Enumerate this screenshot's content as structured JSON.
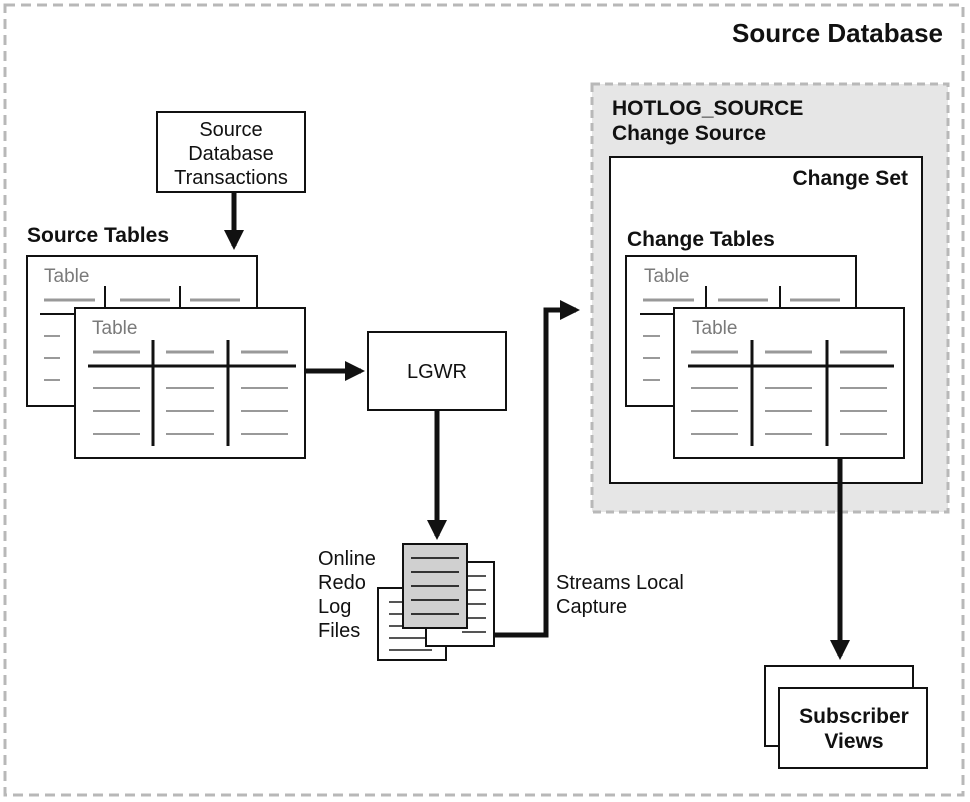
{
  "outer": {
    "title": "Source Database"
  },
  "transactions": {
    "line1": "Source",
    "line2": "Database",
    "line3": "Transactions"
  },
  "source_tables": {
    "heading": "Source Tables",
    "back_table_label": "Table",
    "front_table_label": "Table"
  },
  "lgwr": {
    "label": "LGWR"
  },
  "redo_logs": {
    "line1": "Online",
    "line2": "Redo",
    "line3": "Log",
    "line4": "Files"
  },
  "capture": {
    "line1": "Streams Local",
    "line2": "Capture"
  },
  "change_source": {
    "line1": "HOTLOG_SOURCE",
    "line2": "Change Source"
  },
  "change_set": {
    "title": "Change Set"
  },
  "change_tables": {
    "heading": "Change Tables",
    "back_table_label": "Table",
    "front_table_label": "Table"
  },
  "subscriber_views": {
    "line1": "Subscriber",
    "line2": "Views"
  },
  "colors": {
    "frame_border": "#b8b8b8",
    "change_source_fill": "#e6e6e6",
    "log_page_fill": "#d0d0d0",
    "line": "#111111"
  }
}
